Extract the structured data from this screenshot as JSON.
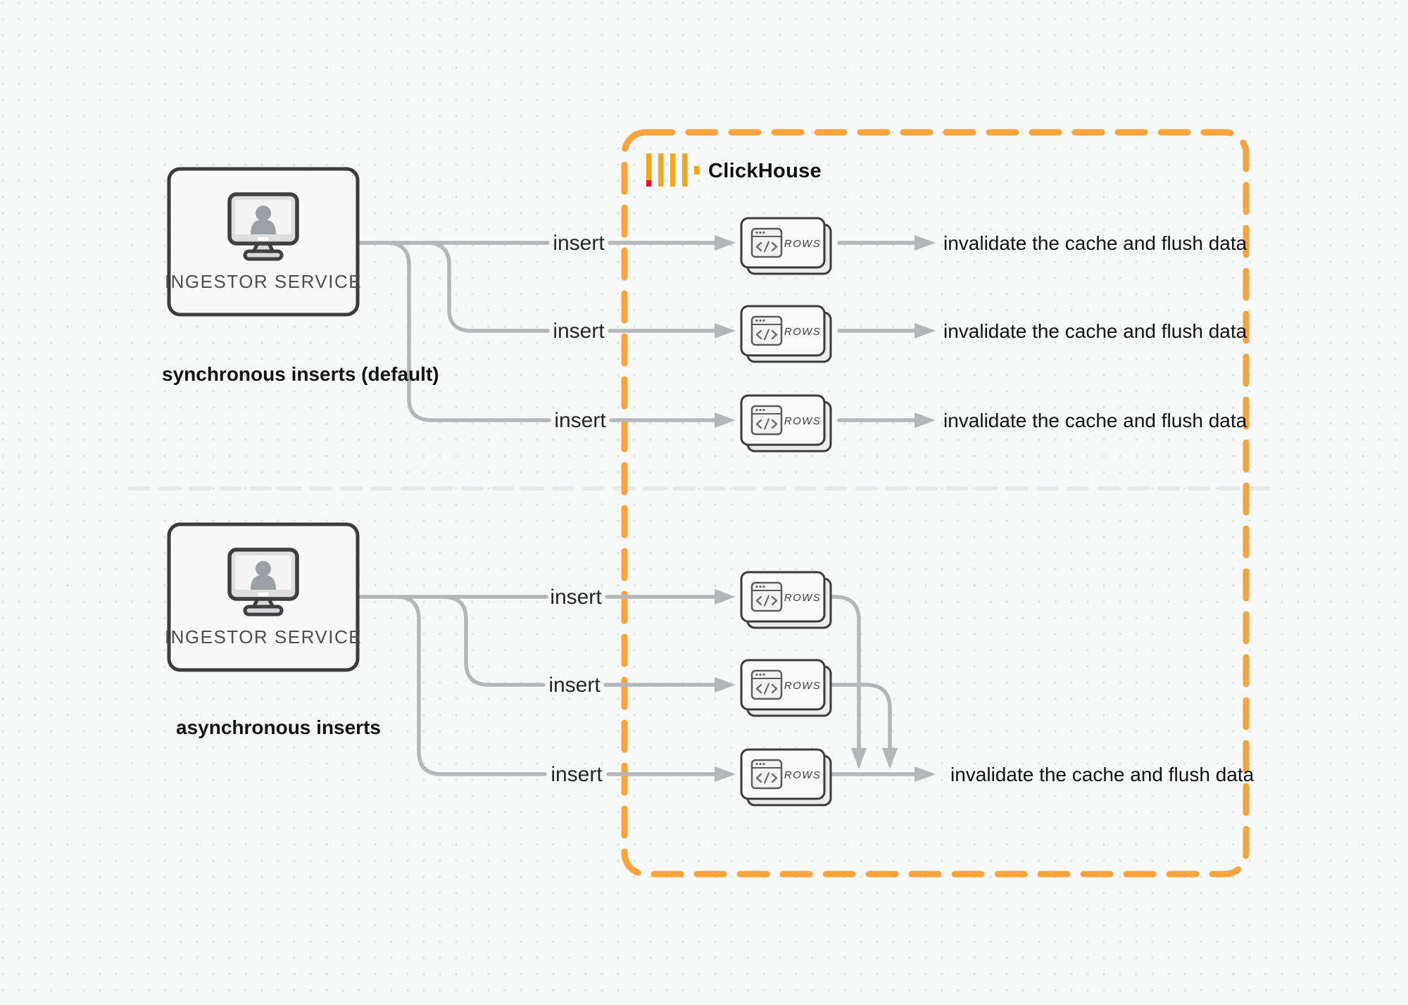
{
  "colors": {
    "background": "#f7f8f8",
    "dot_grid": "#e2e3e5",
    "accent_orange": "#f9a43c",
    "logo_amber": "#f6a51e",
    "logo_red": "#e8132a",
    "connector_gray": "#b4b6b8",
    "node_border": "#3b3b3b",
    "divider_gray": "#e8e9ea"
  },
  "clickhouse": {
    "label": "ClickHouse",
    "logo_icon": "clickhouse-bars-icon"
  },
  "sync": {
    "caption": "synchronous inserts (default)",
    "service_label": "INGESTOR SERVICE",
    "service_icon": "user-workstation-icon",
    "inserts": [
      "insert",
      "insert",
      "insert"
    ],
    "rows": [
      "ROWS",
      "ROWS",
      "ROWS"
    ],
    "outcomes": [
      "invalidate the cache and flush data",
      "invalidate the cache and flush data",
      "invalidate the cache and flush data"
    ]
  },
  "async": {
    "caption": "asynchronous inserts",
    "service_label": "INGESTOR SERVICE",
    "service_icon": "user-workstation-icon",
    "inserts": [
      "insert",
      "insert",
      "insert"
    ],
    "rows": [
      "ROWS",
      "ROWS",
      "ROWS"
    ],
    "outcome": "invalidate the cache and flush data"
  },
  "icons": {
    "rows_card": "code-window-icon",
    "service": "user-workstation-icon",
    "brand": "clickhouse-bars-icon"
  }
}
